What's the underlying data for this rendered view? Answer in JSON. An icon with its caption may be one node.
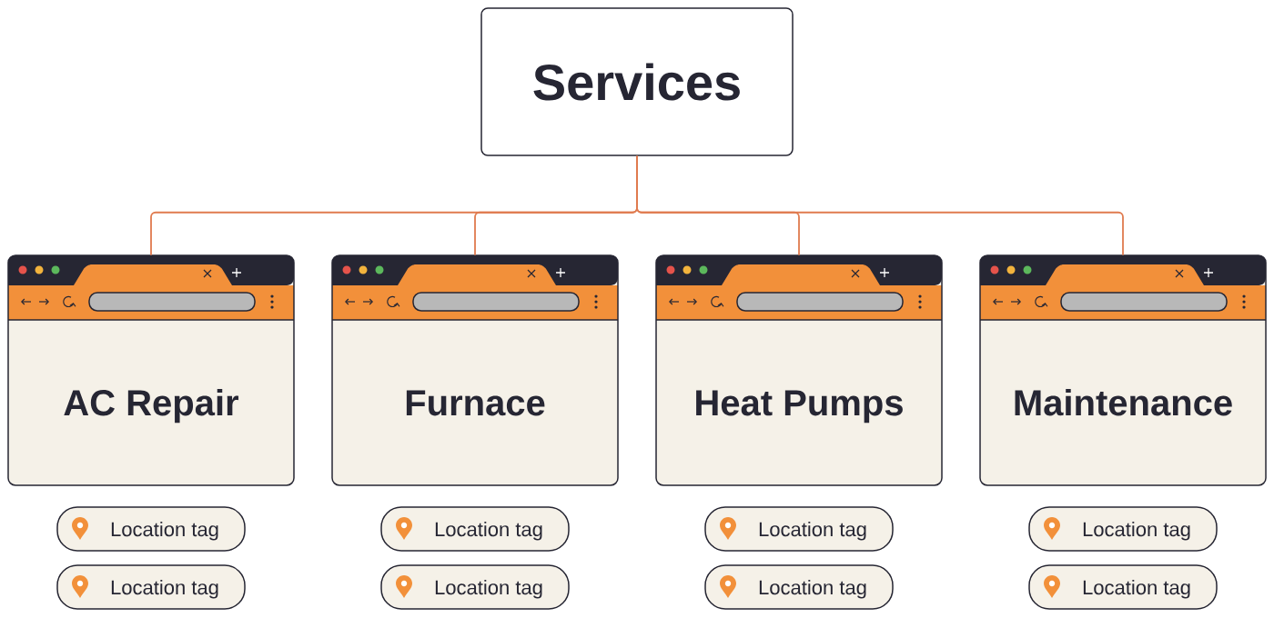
{
  "diagram": {
    "nodes": [
      {
        "text": [
          "Services"
        ]
      },
      {
        "text": [
          "AC Repair"
        ]
      },
      {
        "text": [
          "Furnace"
        ]
      },
      {
        "text": [
          "Heat Pumps"
        ]
      },
      {
        "text": [
          "Maintenance"
        ]
      },
      {
        "text": [
          "Location tag"
        ]
      },
      {
        "text": [
          "Location tag"
        ]
      },
      {
        "text": [
          "Location tag"
        ]
      },
      {
        "text": [
          "Location tag"
        ]
      },
      {
        "text": [
          "Location tag"
        ]
      },
      {
        "text": [
          "Location tag"
        ]
      },
      {
        "text": [
          "Location tag"
        ]
      },
      {
        "text": [
          "Location tag"
        ]
      }
    ],
    "edges": [
      {
        "from": 0,
        "to": 1,
        "arrow": "none"
      },
      {
        "from": 0,
        "to": 2,
        "arrow": "none"
      },
      {
        "from": 0,
        "to": 3,
        "arrow": "none"
      },
      {
        "from": 0,
        "to": 4,
        "arrow": "none"
      }
    ]
  }
}
